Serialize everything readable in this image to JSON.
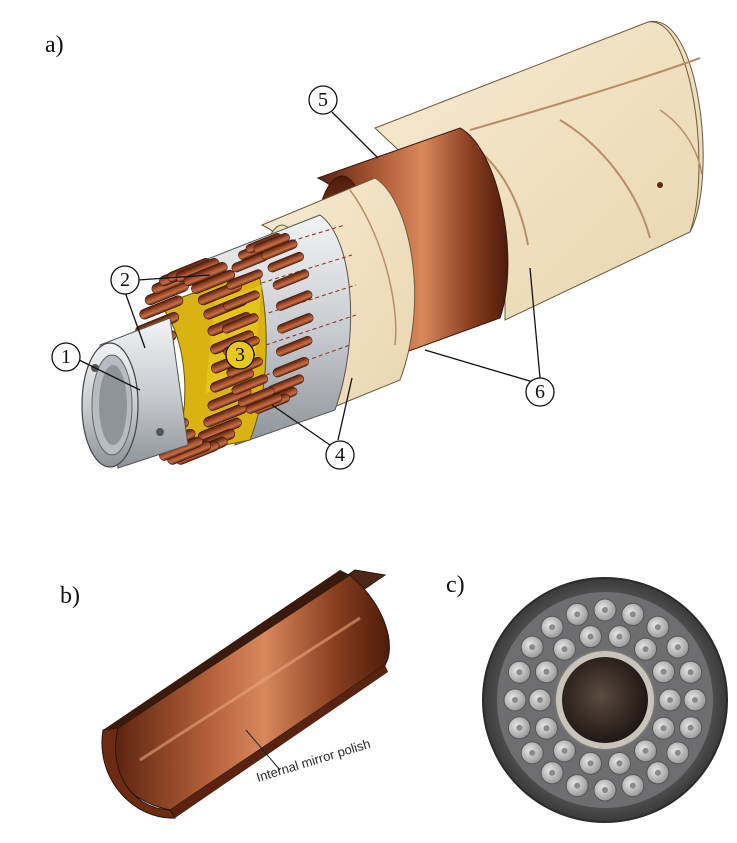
{
  "panels": {
    "a": {
      "label": "a)"
    },
    "b": {
      "label": "b)",
      "caption": "Internal mirror polish"
    },
    "c": {
      "label": "c)"
    }
  },
  "callouts": [
    "1",
    "2",
    "3",
    "4",
    "5",
    "6"
  ],
  "colors": {
    "copper": "#8a3f1f",
    "copper_light": "#c06a3f",
    "insulation": "#f1e2c3",
    "steel": "#d3d6d8",
    "yellow_tape": "#d8b312",
    "outline": "#222222"
  }
}
